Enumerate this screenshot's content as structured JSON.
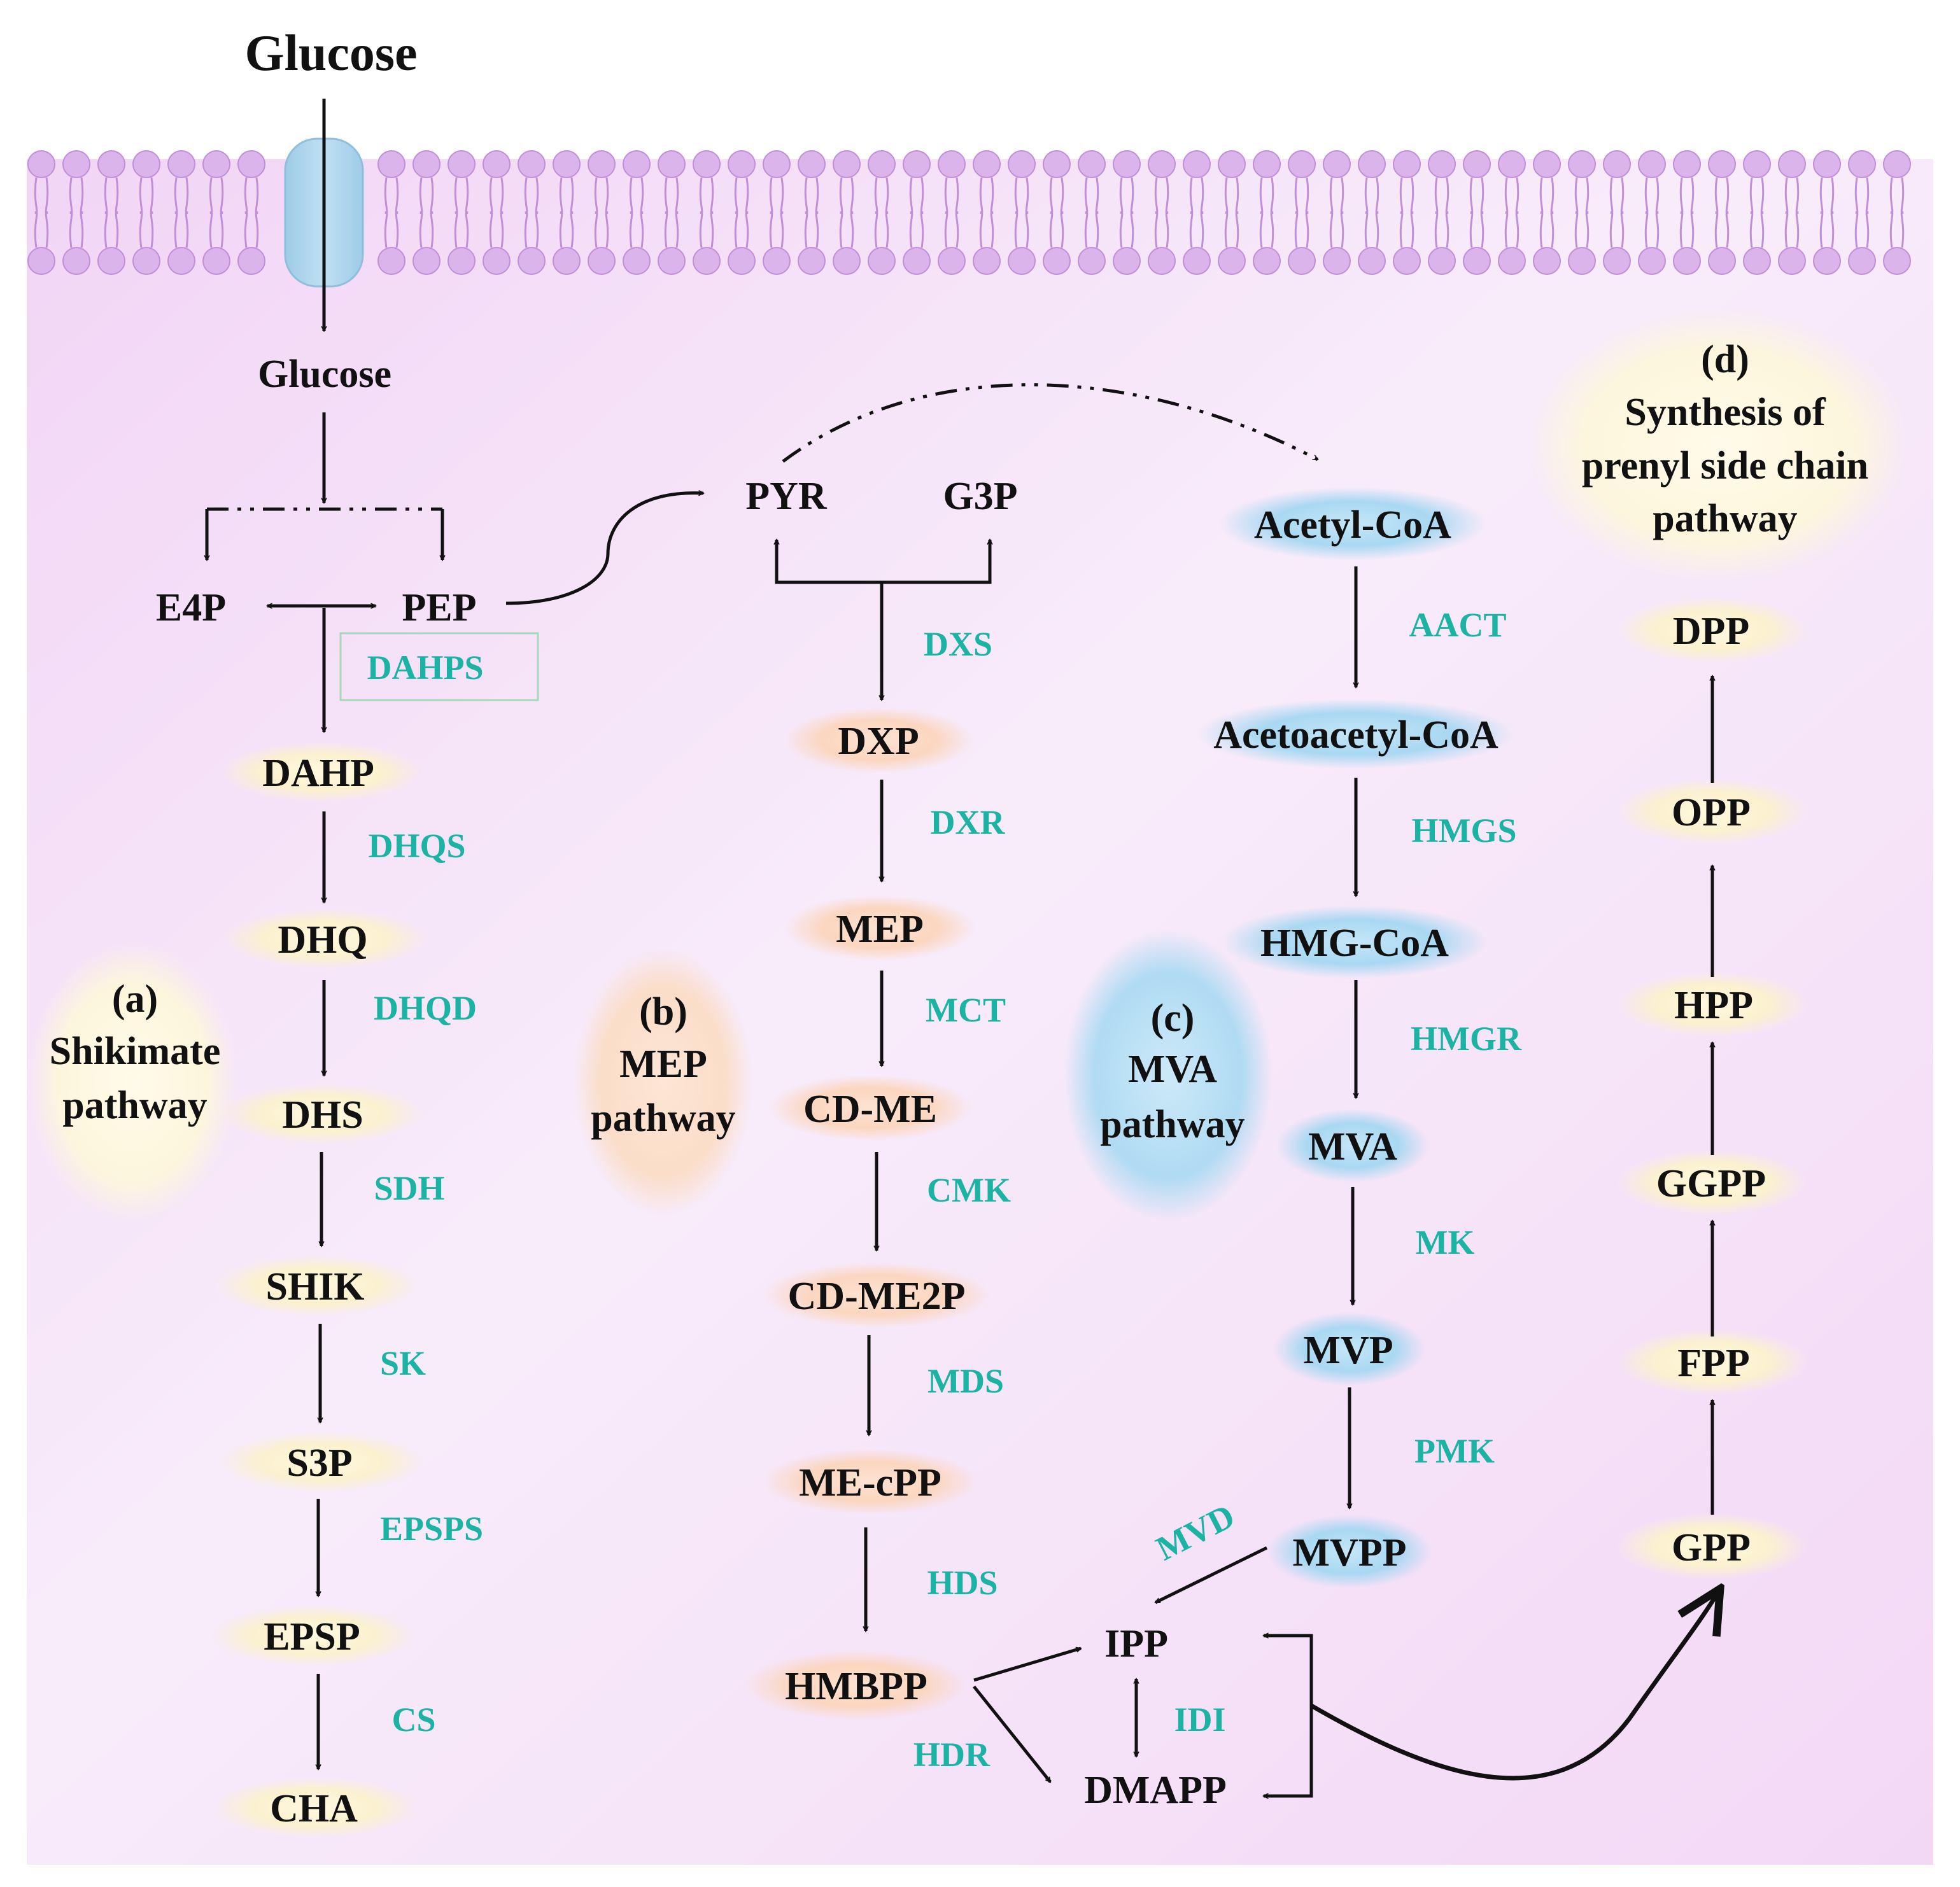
{
  "outside": {
    "glucose": "Glucose"
  },
  "nodes": {
    "glucose": "Glucose",
    "e4p": "E4P",
    "pep": "PEP",
    "dahp": "DAHP",
    "dhq": "DHQ",
    "dhs": "DHS",
    "shik": "SHIK",
    "s3p": "S3P",
    "epsp": "EPSP",
    "cha": "CHA",
    "pyr": "PYR",
    "g3p": "G3P",
    "dxp": "DXP",
    "mep": "MEP",
    "cdme": "CD-ME",
    "cdme2p": "CD-ME2P",
    "mecpp": "ME-cPP",
    "hmbpp": "HMBPP",
    "ipp": "IPP",
    "dmapp": "DMAPP",
    "acetylcoa": "Acetyl-CoA",
    "acetoacetylcoa": "Acetoacetyl-CoA",
    "hmgcoa": "HMG-CoA",
    "mva": "MVA",
    "mvp": "MVP",
    "mvpp": "MVPP",
    "gpp": "GPP",
    "fpp": "FPP",
    "ggpp": "GGPP",
    "hpp": "HPP",
    "opp": "OPP",
    "dpp": "DPP"
  },
  "enzymes": {
    "dahps": "DAHPS",
    "dhqs": "DHQS",
    "dhqd": "DHQD",
    "sdh": "SDH",
    "sk": "SK",
    "epsps": "EPSPS",
    "cs": "CS",
    "dxs": "DXS",
    "dxr": "DXR",
    "mct": "MCT",
    "cmk": "CMK",
    "mds": "MDS",
    "hds": "HDS",
    "hdr": "HDR",
    "idi": "IDI",
    "aact": "AACT",
    "hmgs": "HMGS",
    "hmgr": "HMGR",
    "mk": "MK",
    "pmk": "PMK",
    "mvd": "MVD"
  },
  "pathways": {
    "a": {
      "tag": "(a)",
      "line1": "Shikimate",
      "line2": "pathway"
    },
    "b": {
      "tag": "(b)",
      "line1": "MEP",
      "line2": "pathway"
    },
    "c": {
      "tag": "(c)",
      "line1": "MVA",
      "line2": "pathway"
    },
    "d": {
      "tag": "(d)",
      "line1": "Synthesis of",
      "line2": "prenyl side chain",
      "line3": "pathway"
    }
  },
  "colors": {
    "enzyme": "#1bb3a4",
    "membrane": "#dcb4ec",
    "channel": "#a9d2ea",
    "shikimate_glow": "#fbf3d2",
    "mep_glow": "#fbd9c4",
    "mva_glow": "#a9d8f2",
    "cytoplasm": "#f4ddf7"
  }
}
